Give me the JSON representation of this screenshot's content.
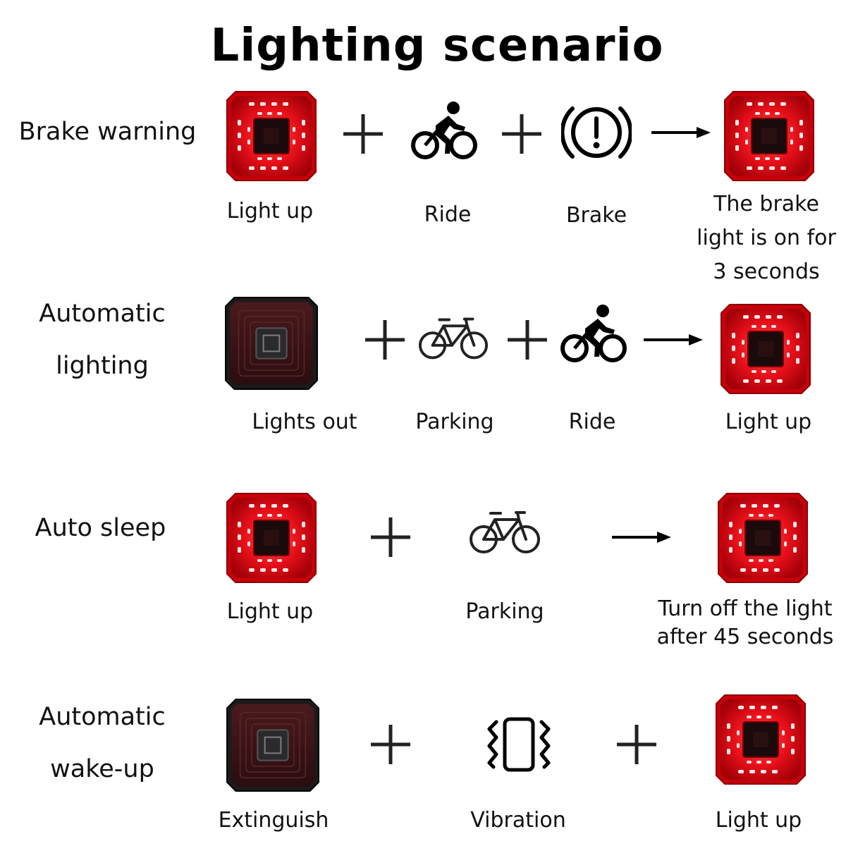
{
  "title": "Lighting scenario",
  "colors": {
    "light_on": "#e8101a",
    "light_off": "#3a1416",
    "ink": "#111111"
  },
  "rows": [
    {
      "label": "Brake warning",
      "steps": [
        {
          "caption": "Light up",
          "icon": "light-on"
        },
        {
          "caption": "Ride",
          "icon": "cyclist-icon"
        },
        {
          "caption": "Brake",
          "icon": "brake-warning-icon"
        },
        {
          "caption": "The brake light is on for 3 seconds",
          "icon": "light-on"
        }
      ]
    },
    {
      "label": "Automatic lighting",
      "steps": [
        {
          "caption": "Lights out",
          "icon": "light-off"
        },
        {
          "caption": "Parking",
          "icon": "bicycle-icon"
        },
        {
          "caption": "Ride",
          "icon": "cyclist-icon"
        },
        {
          "caption": "Light up",
          "icon": "light-on"
        }
      ]
    },
    {
      "label": "Auto sleep",
      "steps": [
        {
          "caption": "Light up",
          "icon": "light-on"
        },
        {
          "caption": "Parking",
          "icon": "bicycle-icon"
        },
        {
          "caption": "Turn off the light after 45 seconds",
          "icon": "light-on"
        }
      ]
    },
    {
      "label": "Automatic wake-up",
      "steps": [
        {
          "caption": "Extinguish",
          "icon": "light-off"
        },
        {
          "caption": "Vibration",
          "icon": "vibration-icon"
        },
        {
          "caption": "Light up",
          "icon": "light-on"
        }
      ]
    }
  ]
}
